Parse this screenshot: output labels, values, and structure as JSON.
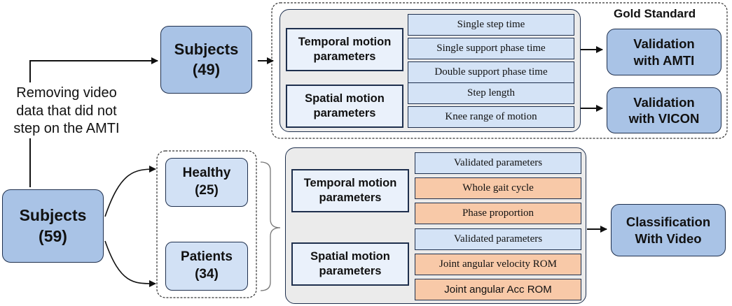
{
  "subjects_top": "Subjects\n(49)",
  "subjects_bottom": "Subjects\n(59)",
  "removal_note": "Removing video\ndata that did not\nstep on the AMTI",
  "gold_standard": "Gold Standard",
  "validation": {
    "temporal_label": "Temporal motion\nparameters",
    "temporal_items": [
      "Single step time",
      "Single support phase time",
      "Double support phase time"
    ],
    "spatial_label": "Spatial motion\nparameters",
    "spatial_items": [
      "Step length",
      "Knee range of motion"
    ],
    "amti": "Validation\nwith AMTI",
    "vicon": "Validation\nwith VICON"
  },
  "groups": {
    "healthy": "Healthy\n(25)",
    "patients": "Patients\n(34)"
  },
  "classification": {
    "temporal_label": "Temporal motion\nparameters",
    "temporal_items": [
      "Validated parameters",
      "Whole gait cycle",
      "Phase proportion"
    ],
    "spatial_label": "Spatial motion\nparameters",
    "spatial_items": [
      "Validated parameters",
      "Joint angular velocity ROM",
      "Joint angular Acc ROM"
    ],
    "outcome": "Classification\nWith Video"
  },
  "colors": {
    "subject_fill": "#a9c3e6",
    "item_fill": "#d4e3f6",
    "new_param_fill": "#f8c9a8",
    "panel_fill": "#ebebeb",
    "outline": "#1e2f4d"
  }
}
